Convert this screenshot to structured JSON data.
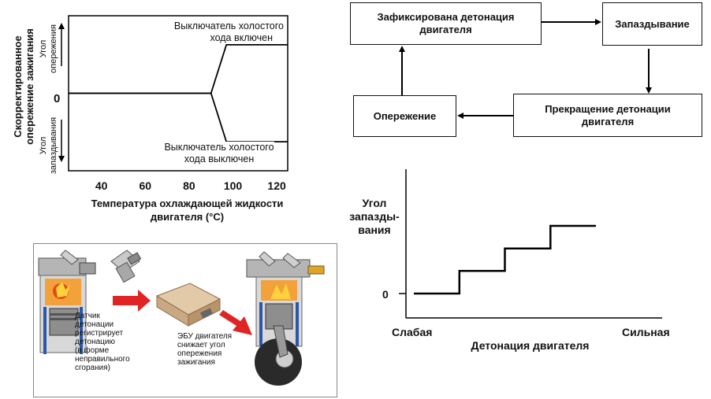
{
  "chart1": {
    "ylabel_line1": "Скорректированное",
    "ylabel_line2": "опережение зажигания",
    "upper_label_line1": "Угол",
    "upper_label_line2": "опережения",
    "lower_label_line1": "Угол",
    "lower_label_line2": "запаздывания",
    "zero": "0",
    "top_curve_label_line1": "Выключатель холостого",
    "top_curve_label_line2": "хода включен",
    "bottom_curve_label_line1": "Выключатель холостого",
    "bottom_curve_label_line2": "хода выключен",
    "ticks": [
      "40",
      "60",
      "80",
      "100",
      "120"
    ],
    "xlabel_line1": "Температура охлаждающей жидкости",
    "xlabel_line2": "двигателя (°C)"
  },
  "flow": {
    "box_detect": "Зафиксирована детонация двигателя",
    "box_retard": "Запаздывание",
    "box_stop": "Прекращение детонации двигателя",
    "box_advance": "Опережение"
  },
  "chart2": {
    "ylabel_line1": "Угол",
    "ylabel_line2": "запазды-",
    "ylabel_line3": "вания",
    "zero": "0",
    "x_left": "Слабая",
    "x_right": "Сильная",
    "xlabel": "Детонация двигателя"
  },
  "illustration": {
    "sensor_text_lines": [
      "Датчик",
      "детонации",
      "регистрирует",
      "детонацию",
      "(в форме",
      "неправильного",
      "сгорания)"
    ],
    "ecu_text_lines": [
      "ЭБУ двигателя",
      "снижает угол",
      "опережения",
      "зажигания"
    ]
  },
  "chart_data": [
    {
      "type": "line",
      "x": [
        25,
        90,
        97,
        125
      ],
      "series": [
        {
          "name": "Выключатель холостого хода включен",
          "values": [
            0,
            0,
            1,
            1
          ]
        },
        {
          "name": "Выключатель холостого хода выключен",
          "values": [
            0,
            0,
            -1,
            -1
          ]
        }
      ],
      "xlim": [
        25,
        125
      ],
      "ylim": [
        -1.6,
        1.6
      ],
      "xticks": [
        40,
        60,
        80,
        100,
        120
      ],
      "xlabel": "Температура охлаждающей жидкости двигателя (°C)",
      "ylabel": "Скорректированное опережение зажигания"
    },
    {
      "type": "line",
      "x": [
        0,
        1,
        1,
        2,
        2,
        3,
        3,
        4
      ],
      "series": [
        {
          "values": [
            0,
            0,
            1,
            1,
            2,
            2,
            3,
            3
          ]
        }
      ],
      "xlabel": "Детонация двигателя",
      "ylabel": "Угол запаздывания"
    }
  ]
}
